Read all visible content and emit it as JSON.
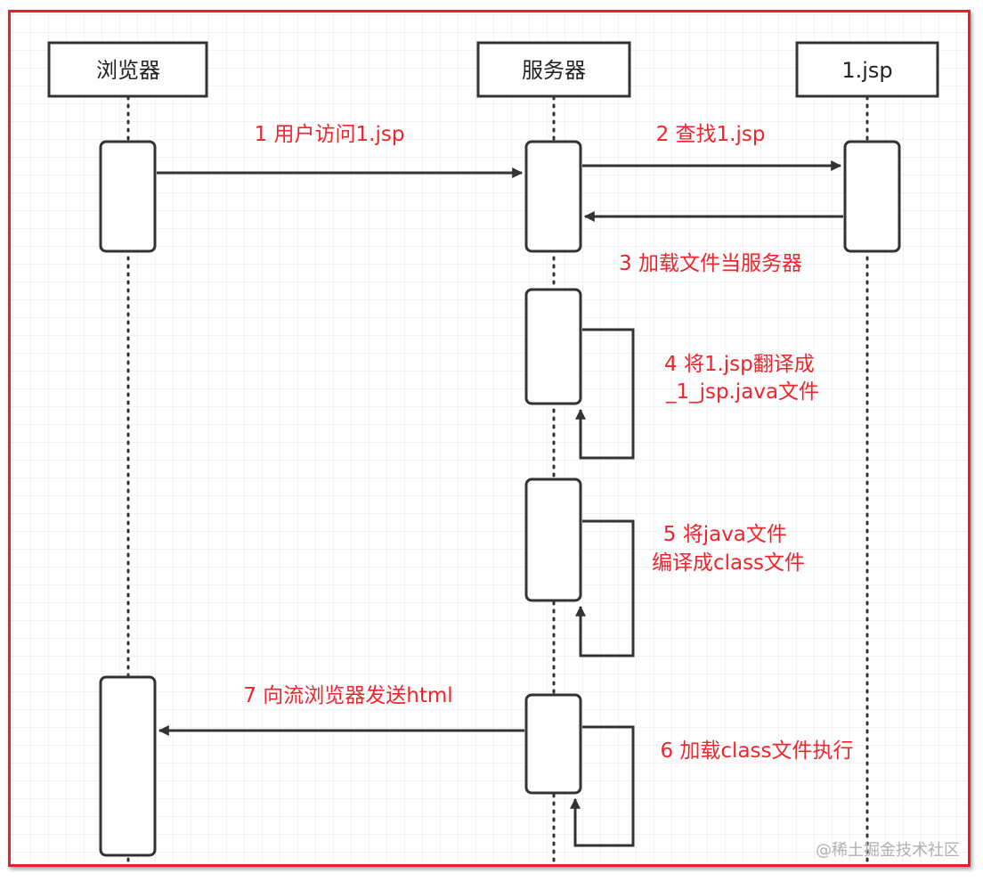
{
  "participants": [
    {
      "id": "browser",
      "label": "浏览器"
    },
    {
      "id": "server",
      "label": "服务器"
    },
    {
      "id": "jsp",
      "label": "1.jsp"
    }
  ],
  "messages": [
    {
      "id": "m1",
      "lines": [
        "1 用户访问1.jsp"
      ]
    },
    {
      "id": "m2",
      "lines": [
        "2 查找1.jsp"
      ]
    },
    {
      "id": "m3",
      "lines": [
        "3 加载文件当服务器"
      ]
    },
    {
      "id": "m4",
      "lines": [
        "4 将1.jsp翻译成",
        "_1_jsp.java文件"
      ]
    },
    {
      "id": "m5",
      "lines": [
        "5 将java文件",
        "编译成class文件"
      ]
    },
    {
      "id": "m6",
      "lines": [
        "6 加载class文件执行"
      ]
    },
    {
      "id": "m7",
      "lines": [
        "7 向流浏览器发送html"
      ]
    }
  ],
  "watermark": "@稀土掘金技术社区",
  "colors": {
    "line": "#333333",
    "label": "#f0242c",
    "frame": "#e8202a",
    "grid": "#e4e4e4"
  }
}
